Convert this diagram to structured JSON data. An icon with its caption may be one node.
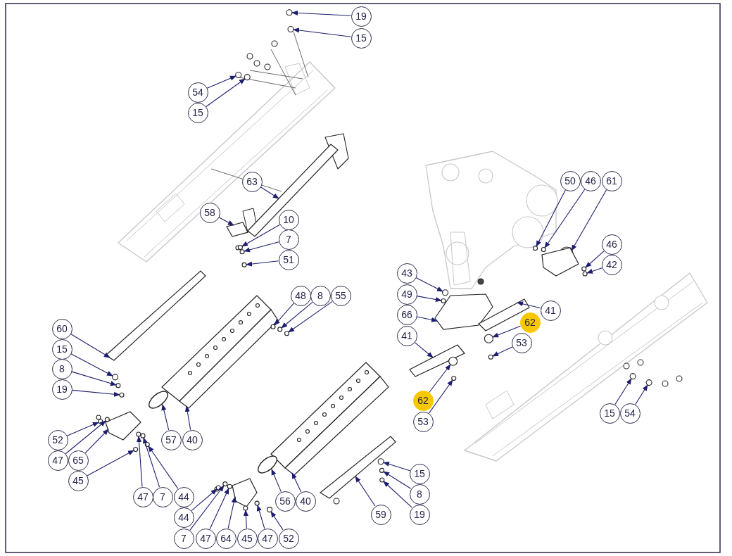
{
  "diagram": {
    "nodes": [
      {
        "text": [
          "19"
        ]
      },
      {
        "text": [
          "15"
        ]
      },
      {
        "text": [
          "54"
        ]
      },
      {
        "text": [
          "15"
        ]
      },
      {
        "text": [
          "63"
        ]
      },
      {
        "text": [
          "58"
        ]
      },
      {
        "text": [
          "10"
        ]
      },
      {
        "text": [
          "7"
        ]
      },
      {
        "text": [
          "51"
        ]
      },
      {
        "text": [
          "50"
        ]
      },
      {
        "text": [
          "46"
        ]
      },
      {
        "text": [
          "61"
        ]
      },
      {
        "text": [
          "46"
        ]
      },
      {
        "text": [
          "42"
        ]
      },
      {
        "text": [
          "43"
        ]
      },
      {
        "text": [
          "49"
        ]
      },
      {
        "text": [
          "66"
        ]
      },
      {
        "text": [
          "41"
        ]
      },
      {
        "text": [
          "62"
        ]
      },
      {
        "text": [
          "41"
        ]
      },
      {
        "text": [
          "53"
        ]
      },
      {
        "text": [
          "62"
        ]
      },
      {
        "text": [
          "53"
        ]
      },
      {
        "text": [
          "48"
        ]
      },
      {
        "text": [
          "8"
        ]
      },
      {
        "text": [
          "55"
        ]
      },
      {
        "text": [
          "60"
        ]
      },
      {
        "text": [
          "15"
        ]
      },
      {
        "text": [
          "8"
        ]
      },
      {
        "text": [
          "19"
        ]
      },
      {
        "text": [
          "57"
        ]
      },
      {
        "text": [
          "40"
        ]
      },
      {
        "text": [
          "52"
        ]
      },
      {
        "text": [
          "47"
        ]
      },
      {
        "text": [
          "65"
        ]
      },
      {
        "text": [
          "45"
        ]
      },
      {
        "text": [
          "47"
        ]
      },
      {
        "text": [
          "7"
        ]
      },
      {
        "text": [
          "44"
        ]
      },
      {
        "text": [
          "44"
        ]
      },
      {
        "text": [
          "7"
        ]
      },
      {
        "text": [
          "47"
        ]
      },
      {
        "text": [
          "64"
        ]
      },
      {
        "text": [
          "45"
        ]
      },
      {
        "text": [
          "47"
        ]
      },
      {
        "text": [
          "52"
        ]
      },
      {
        "text": [
          "56"
        ]
      },
      {
        "text": [
          "40"
        ]
      },
      {
        "text": [
          "15"
        ]
      },
      {
        "text": [
          "8"
        ]
      },
      {
        "text": [
          "19"
        ]
      },
      {
        "text": [
          "59"
        ]
      },
      {
        "text": [
          "15"
        ]
      },
      {
        "text": [
          "54"
        ]
      },
      {
        "text": [],
        "shape": "circle"
      },
      {
        "text": [],
        "shape": "circle"
      },
      {
        "text": [],
        "shape": "circle"
      },
      {
        "text": [],
        "shape": "circle"
      },
      {
        "text": [],
        "shape": "bar"
      },
      {
        "text": [],
        "shape": "box"
      },
      {
        "text": [],
        "shape": "circle"
      },
      {
        "text": [],
        "shape": "circle"
      },
      {
        "text": [],
        "shape": "circle"
      },
      {
        "text": [],
        "shape": "circle"
      },
      {
        "text": [],
        "shape": "circle"
      },
      {
        "text": [],
        "shape": "box"
      },
      {
        "text": [],
        "shape": "circle"
      },
      {
        "text": [],
        "shape": "circle"
      },
      {
        "text": [],
        "shape": "circle"
      },
      {
        "text": [],
        "shape": "circle"
      },
      {
        "text": [],
        "shape": "box"
      },
      {
        "text": [],
        "shape": "bar"
      },
      {
        "text": [],
        "shape": "circle"
      },
      {
        "text": [],
        "shape": "bar"
      },
      {
        "text": [],
        "shape": "circle"
      },
      {
        "text": [],
        "shape": "circle"
      },
      {
        "text": [],
        "shape": "circle"
      },
      {
        "text": [],
        "shape": "circle"
      },
      {
        "text": [],
        "shape": "circle"
      },
      {
        "text": [],
        "shape": "circle"
      },
      {
        "text": [],
        "shape": "bar"
      },
      {
        "text": [],
        "shape": "circle"
      },
      {
        "text": [],
        "shape": "circle"
      },
      {
        "text": [],
        "shape": "circle"
      },
      {
        "text": [],
        "shape": "circle"
      },
      {
        "text": [],
        "shape": "bar"
      },
      {
        "text": [],
        "shape": "circle"
      },
      {
        "text": [],
        "shape": "circle"
      },
      {
        "text": [],
        "shape": "box"
      },
      {
        "text": [],
        "shape": "circle"
      },
      {
        "text": [],
        "shape": "circle"
      },
      {
        "text": [],
        "shape": "circle"
      },
      {
        "text": [],
        "shape": "circle"
      },
      {
        "text": [],
        "shape": "circle"
      },
      {
        "text": [],
        "shape": "circle"
      },
      {
        "text": [],
        "shape": "circle"
      },
      {
        "text": [],
        "shape": "box"
      },
      {
        "text": [],
        "shape": "circle"
      },
      {
        "text": [],
        "shape": "circle"
      },
      {
        "text": [],
        "shape": "circle"
      },
      {
        "text": [],
        "shape": "circle"
      },
      {
        "text": [],
        "shape": "bar"
      },
      {
        "text": [],
        "shape": "circle"
      },
      {
        "text": [],
        "shape": "circle"
      },
      {
        "text": [],
        "shape": "circle"
      },
      {
        "text": [],
        "shape": "bar"
      },
      {
        "text": [],
        "shape": "circle"
      },
      {
        "text": [],
        "shape": "circle"
      }
    ],
    "edges": [
      {
        "from": 0,
        "to": 54,
        "arrow": "to"
      },
      {
        "from": 1,
        "to": 55,
        "arrow": "to"
      },
      {
        "from": 2,
        "to": 56,
        "arrow": "to"
      },
      {
        "from": 3,
        "to": 57,
        "arrow": "to"
      },
      {
        "from": 4,
        "to": 58,
        "arrow": "to"
      },
      {
        "from": 5,
        "to": 59,
        "arrow": "to"
      },
      {
        "from": 6,
        "to": 60,
        "arrow": "to"
      },
      {
        "from": 7,
        "to": 61,
        "arrow": "to"
      },
      {
        "from": 8,
        "to": 62,
        "arrow": "to"
      },
      {
        "from": 9,
        "to": 63,
        "arrow": "to"
      },
      {
        "from": 10,
        "to": 64,
        "arrow": "to"
      },
      {
        "from": 11,
        "to": 65,
        "arrow": "to"
      },
      {
        "from": 12,
        "to": 66,
        "arrow": "to"
      },
      {
        "from": 13,
        "to": 67,
        "arrow": "to"
      },
      {
        "from": 14,
        "to": 68,
        "arrow": "to"
      },
      {
        "from": 15,
        "to": 69,
        "arrow": "to"
      },
      {
        "from": 16,
        "to": 70,
        "arrow": "to"
      },
      {
        "from": 17,
        "to": 71,
        "arrow": "to"
      },
      {
        "from": 18,
        "to": 72,
        "arrow": "to"
      },
      {
        "from": 19,
        "to": 73,
        "arrow": "to"
      },
      {
        "from": 20,
        "to": 74,
        "arrow": "to"
      },
      {
        "from": 21,
        "to": 75,
        "arrow": "to"
      },
      {
        "from": 22,
        "to": 76,
        "arrow": "to"
      },
      {
        "from": 23,
        "to": 77,
        "arrow": "to"
      },
      {
        "from": 24,
        "to": 78,
        "arrow": "to"
      },
      {
        "from": 25,
        "to": 79,
        "arrow": "to"
      },
      {
        "from": 26,
        "to": 80,
        "arrow": "to"
      },
      {
        "from": 27,
        "to": 81,
        "arrow": "to"
      },
      {
        "from": 28,
        "to": 82,
        "arrow": "to"
      },
      {
        "from": 29,
        "to": 83,
        "arrow": "to"
      },
      {
        "from": 30,
        "to": 84,
        "arrow": "to"
      },
      {
        "from": 31,
        "to": 85,
        "arrow": "to"
      },
      {
        "from": 32,
        "to": 86,
        "arrow": "to"
      },
      {
        "from": 33,
        "to": 87,
        "arrow": "to"
      },
      {
        "from": 34,
        "to": 88,
        "arrow": "to"
      },
      {
        "from": 35,
        "to": 89,
        "arrow": "to"
      },
      {
        "from": 36,
        "to": 90,
        "arrow": "to"
      },
      {
        "from": 37,
        "to": 91,
        "arrow": "to"
      },
      {
        "from": 38,
        "to": 92,
        "arrow": "to"
      },
      {
        "from": 39,
        "to": 93,
        "arrow": "to"
      },
      {
        "from": 40,
        "to": 94,
        "arrow": "to"
      },
      {
        "from": 41,
        "to": 95,
        "arrow": "to"
      },
      {
        "from": 42,
        "to": 96,
        "arrow": "to"
      },
      {
        "from": 43,
        "to": 97,
        "arrow": "to"
      },
      {
        "from": 44,
        "to": 98,
        "arrow": "to"
      },
      {
        "from": 45,
        "to": 99,
        "arrow": "to"
      },
      {
        "from": 46,
        "to": 100,
        "arrow": "to"
      },
      {
        "from": 47,
        "to": 101,
        "arrow": "to"
      },
      {
        "from": 48,
        "to": 102,
        "arrow": "to"
      },
      {
        "from": 49,
        "to": 103,
        "arrow": "to"
      },
      {
        "from": 50,
        "to": 104,
        "arrow": "to"
      },
      {
        "from": 51,
        "to": 105,
        "arrow": "to"
      },
      {
        "from": 52,
        "to": 106,
        "arrow": "to"
      },
      {
        "from": 53,
        "to": 107,
        "arrow": "to"
      }
    ]
  }
}
